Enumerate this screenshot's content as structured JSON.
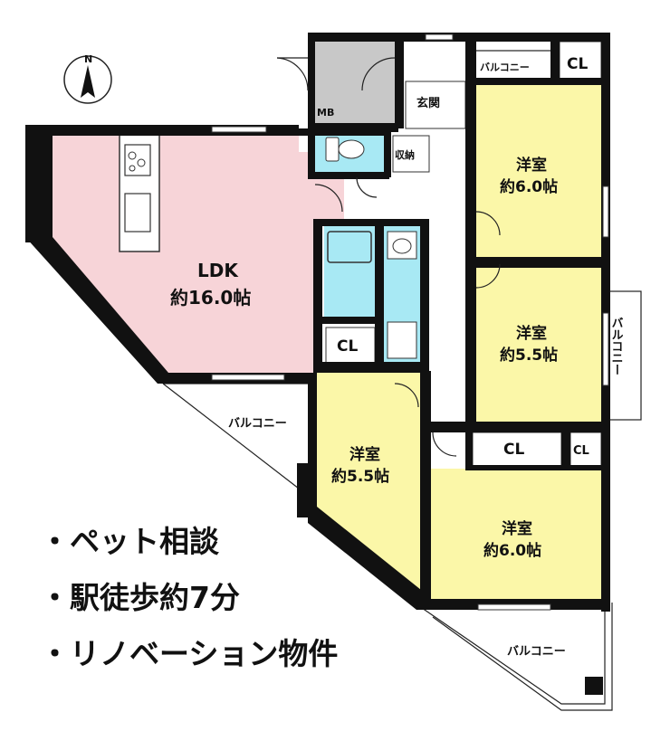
{
  "compass": {
    "north": "N"
  },
  "rooms": {
    "ldk": {
      "name": "LDK",
      "size": "約16.0帖"
    },
    "western_top": {
      "name": "洋室",
      "size": "約6.0帖"
    },
    "western_mid_right": {
      "name": "洋室",
      "size": "約5.5帖"
    },
    "western_bottom_left": {
      "name": "洋室",
      "size": "約5.5帖"
    },
    "western_bottom_right": {
      "name": "洋室",
      "size": "約6.0帖"
    }
  },
  "labels": {
    "entrance": "玄関",
    "storage": "収納",
    "meter_box": "MB",
    "closet_top": "CL",
    "closet_mid": "CL",
    "closet_bottom_wide": "CL",
    "closet_bottom_small": "CL",
    "balcony_top": "バルコニー",
    "balcony_right": "バルコニー",
    "balcony_left": "バルコニー",
    "balcony_bottom": "バルコニー"
  },
  "features": [
    "・ペット相談",
    "・駅徒歩約7分",
    "・リノベーション物件"
  ],
  "colors": {
    "ldk": "#f7d4d8",
    "western": "#fbf7a8",
    "water": "#a8e9f4",
    "entry": "#c8c8c8",
    "hall": "#ffffff",
    "wall": "#111111"
  }
}
